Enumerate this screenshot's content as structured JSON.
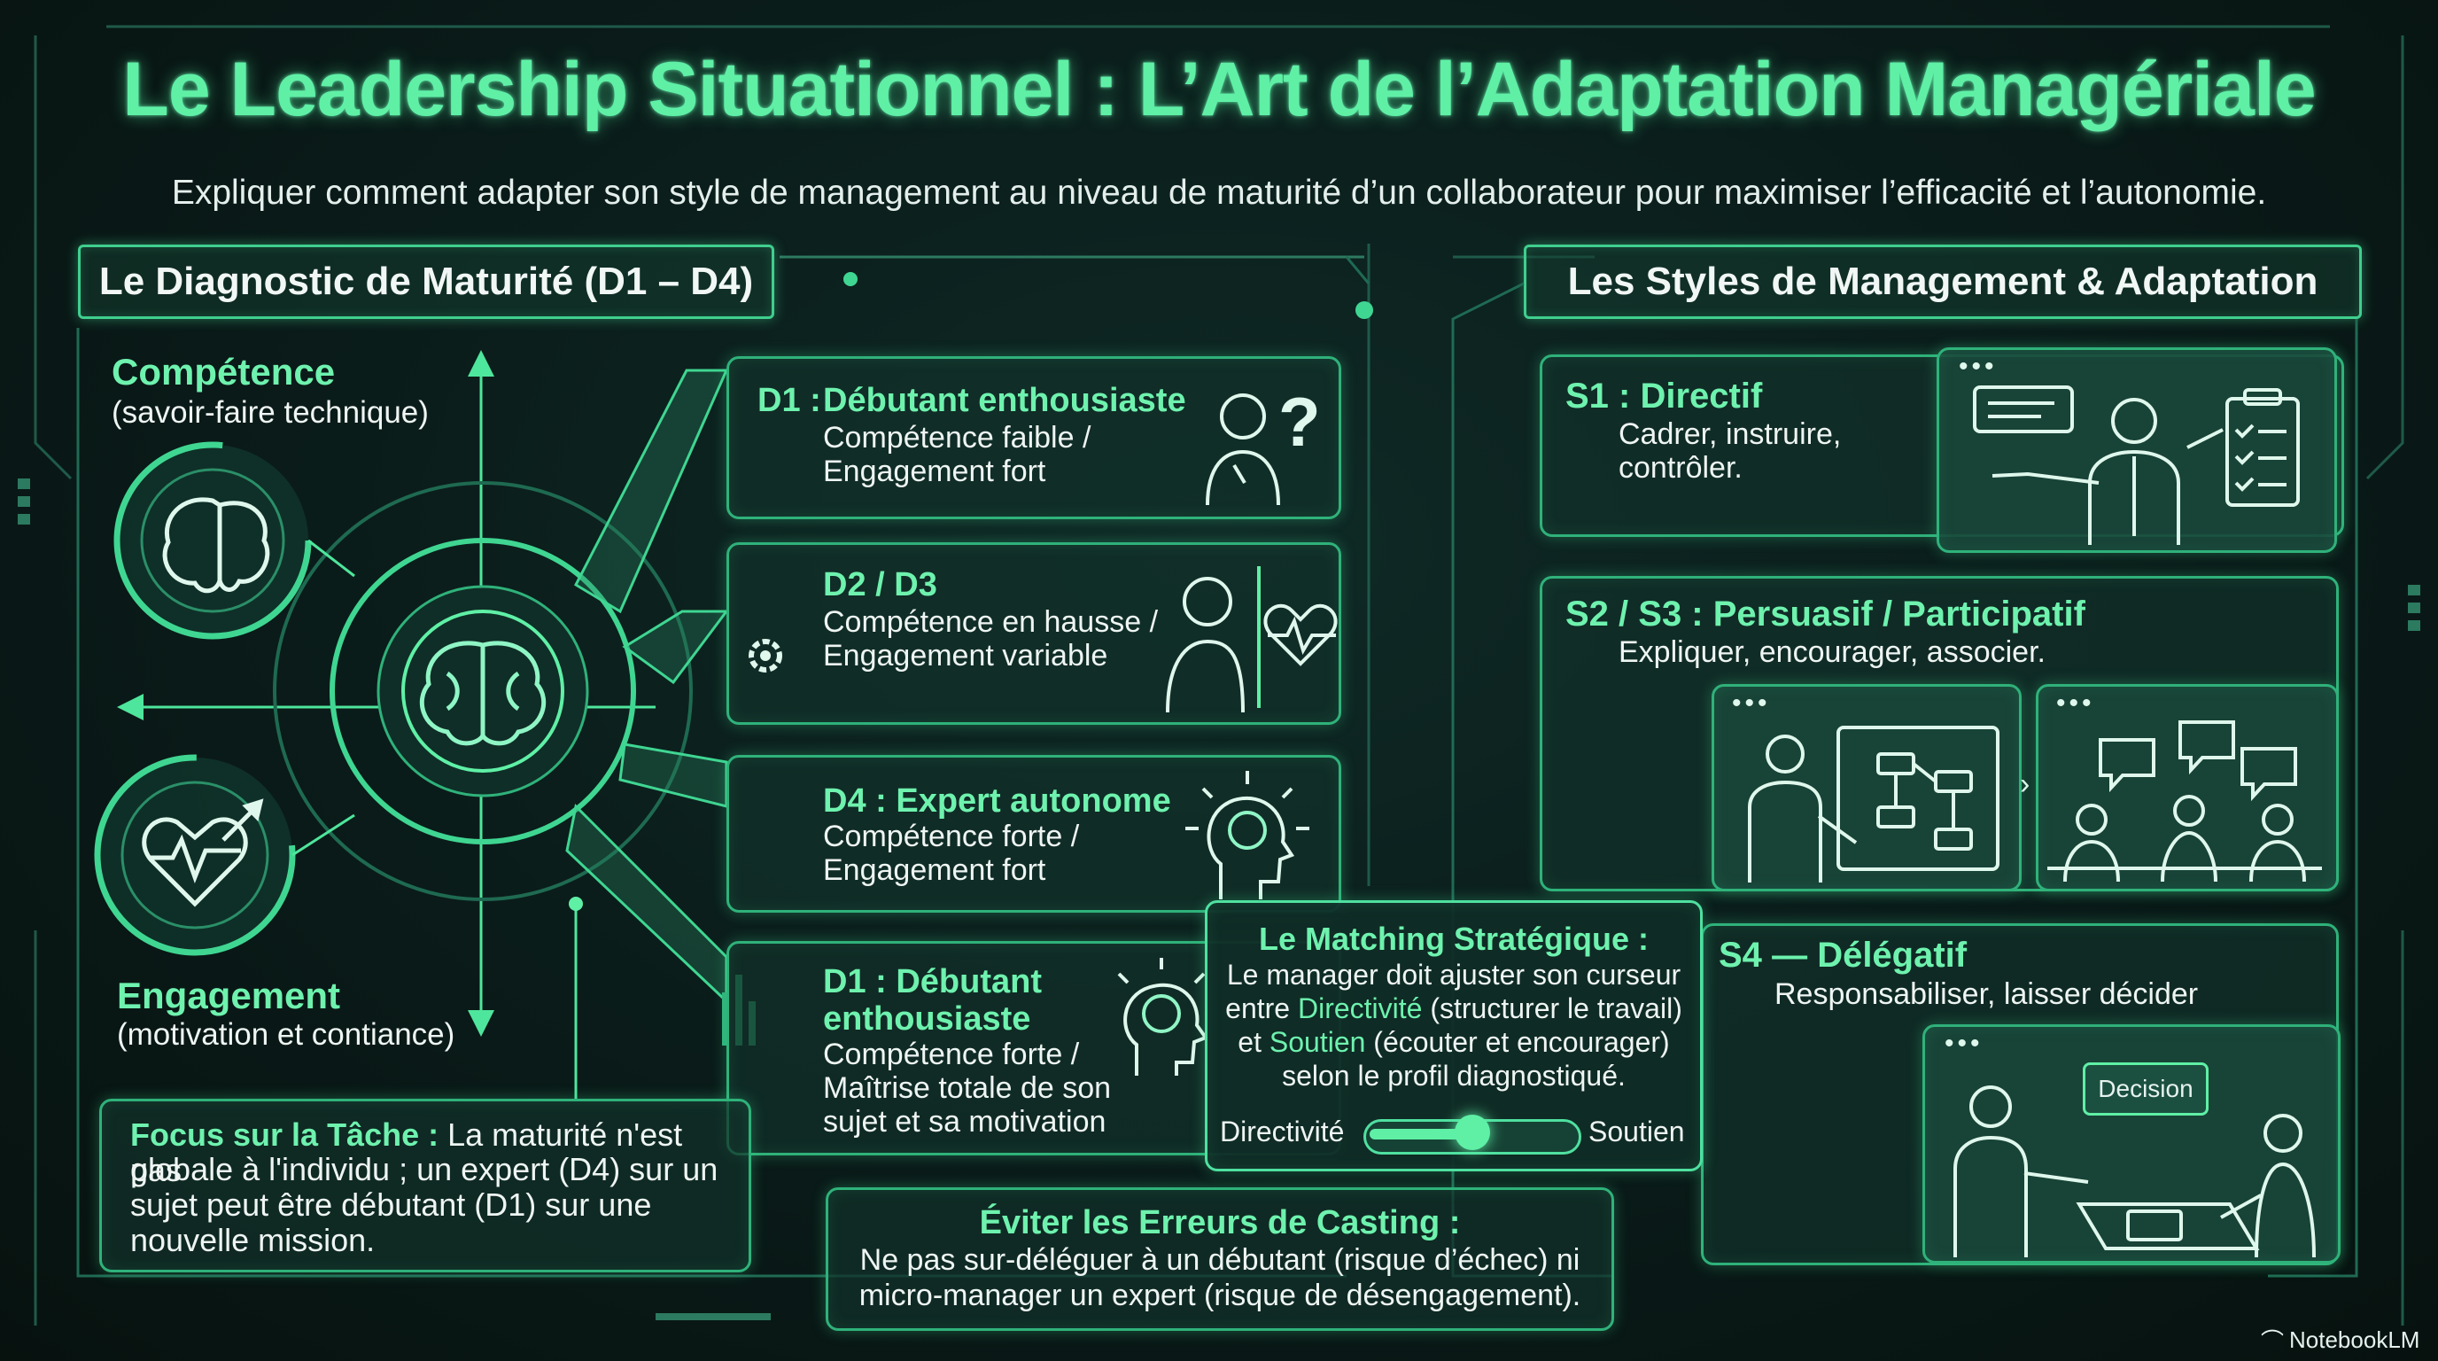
{
  "header": {
    "title": "Le Leadership Situationnel : L’Art de l’Adaptation Managériale",
    "subtitle": "Expliquer comment adapter son style de management au niveau de maturité d’un collaborateur pour maximiser l’efficacité et l’autonomie."
  },
  "left": {
    "heading": "Le Diagnostic de Maturité (D1 – D4)",
    "competence": {
      "title": "Compétence",
      "desc": "(savoir-faire technique)"
    },
    "engagement": {
      "title": "Engagement",
      "desc": "(motivation et contiance)"
    },
    "cards": [
      {
        "code": "D1 :",
        "title": "Débutant enthousiaste",
        "line1": "Compétence faible /",
        "line2": "Engagement fort"
      },
      {
        "title": "D2 / D3",
        "line1": "Compétence en hausse /",
        "line2": "Engagement variable"
      },
      {
        "title": "D4 : Expert autonome",
        "line1": "Compétence forte /",
        "line2": "Engagement fort"
      },
      {
        "title_a": "D1 : Débutant",
        "title_b": "enthousiaste",
        "line1": "Compétence forte /",
        "line2": "Maîtrise totale de son",
        "line3": "sujet et sa motivation"
      }
    ],
    "focus": {
      "label": "Focus sur la Tâche :",
      "l1": "La maturité n'est pas",
      "l2": "globale à l'individu ; un expert (D4) sur un",
      "l3": "sujet peut être débutant (D1) sur une",
      "l4": "nouvelle mission."
    }
  },
  "right": {
    "heading": "Les Styles de Management & Adaptation",
    "s1": {
      "title": "S1 : Directif",
      "l1": "Cadrer, instruire,",
      "l2": "contrôler."
    },
    "s23": {
      "title": "S2 / S3 : Persuasif / Participatif",
      "desc": "Expliquer, encourager, associer."
    },
    "s4": {
      "title_code": "S4",
      "title_dash": "—",
      "title_name": "Délégatif",
      "desc": "Responsabiliser, laisser décider",
      "decision_label": "Decision"
    },
    "window_dots": "•••"
  },
  "matching": {
    "title": "Le Matching Stratégique :",
    "l1": "Le manager doit ajuster son curseur",
    "l2_pre": "entre",
    "l2_accent": "Directivité",
    "l2_post": "(structurer le travail)",
    "l3_pre": "et",
    "l3_accent": "Soutien",
    "l3_post": "(écouter et encourager)",
    "l4": "selon le profil diagnostiqué.",
    "slider_left": "Directivité",
    "slider_right": "Soutien",
    "slider_position": 0.5
  },
  "errors": {
    "title": "Éviter les Erreurs de Casting :",
    "l1": "Ne pas sur-déléguer à un débutant (risque d’échec) ni",
    "l2": "micro-manager un expert (risque de désengagement)."
  },
  "brand": {
    "name": "NotebookLM"
  },
  "colors": {
    "accent": "#5ff0a6",
    "panel_border": "#2fb27a",
    "background": "#0a1b19"
  }
}
